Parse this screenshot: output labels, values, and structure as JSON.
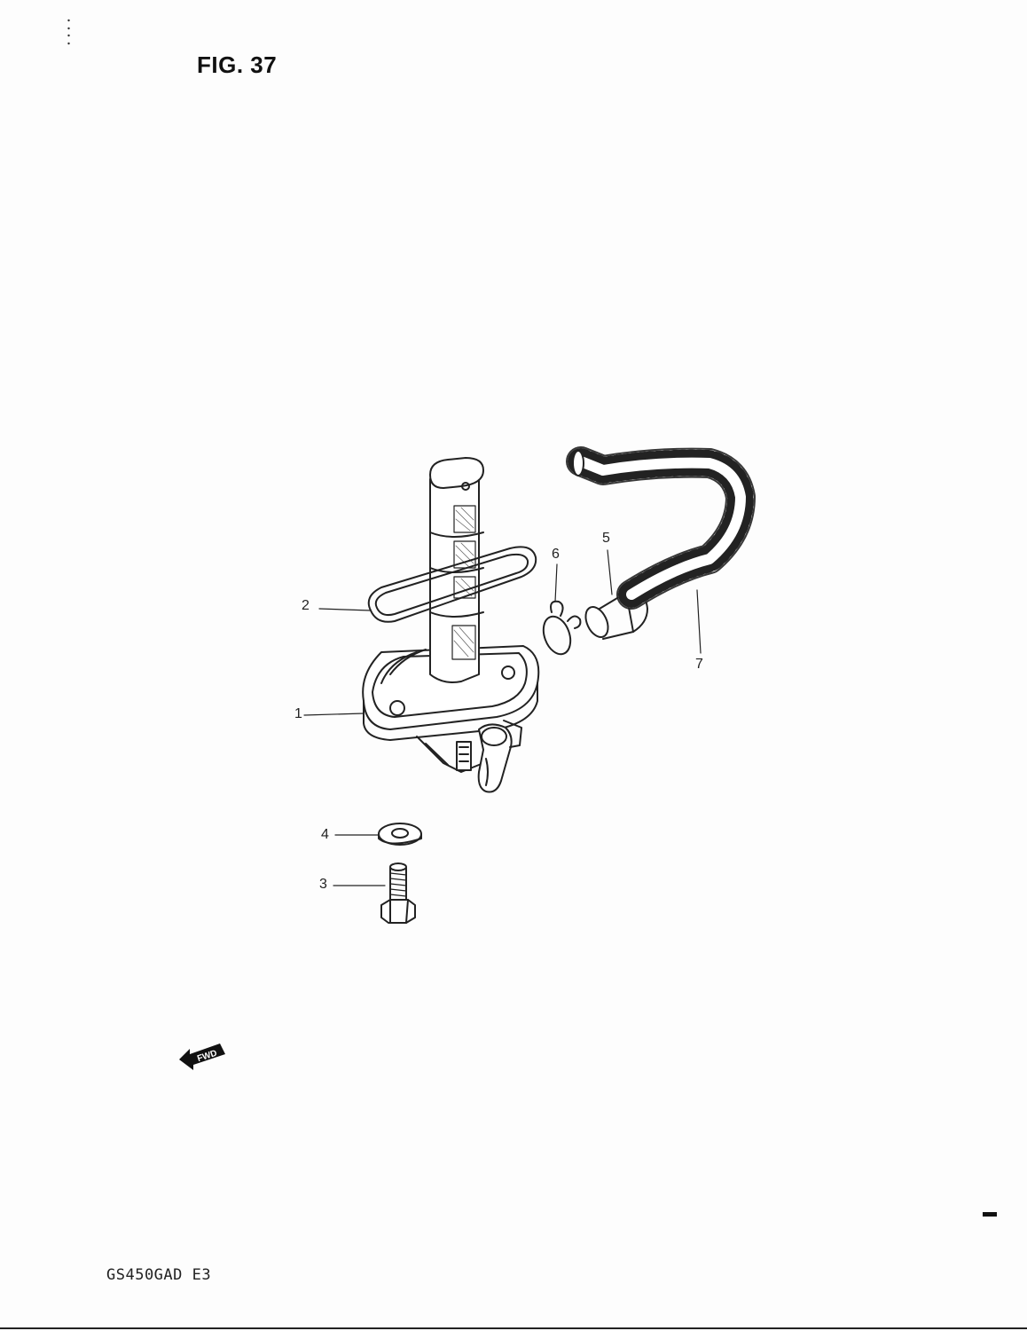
{
  "figure": {
    "title": "FIG. 37"
  },
  "callouts": [
    {
      "id": "1",
      "text": "1"
    },
    {
      "id": "2",
      "text": "2"
    },
    {
      "id": "3",
      "text": "3"
    },
    {
      "id": "4",
      "text": "4"
    },
    {
      "id": "5",
      "text": "5"
    },
    {
      "id": "6",
      "text": "6"
    },
    {
      "id": "7",
      "text": "7"
    }
  ],
  "direction_badge": {
    "text": "FWD"
  },
  "footer": {
    "model_code": "GS450GAD  E3"
  }
}
